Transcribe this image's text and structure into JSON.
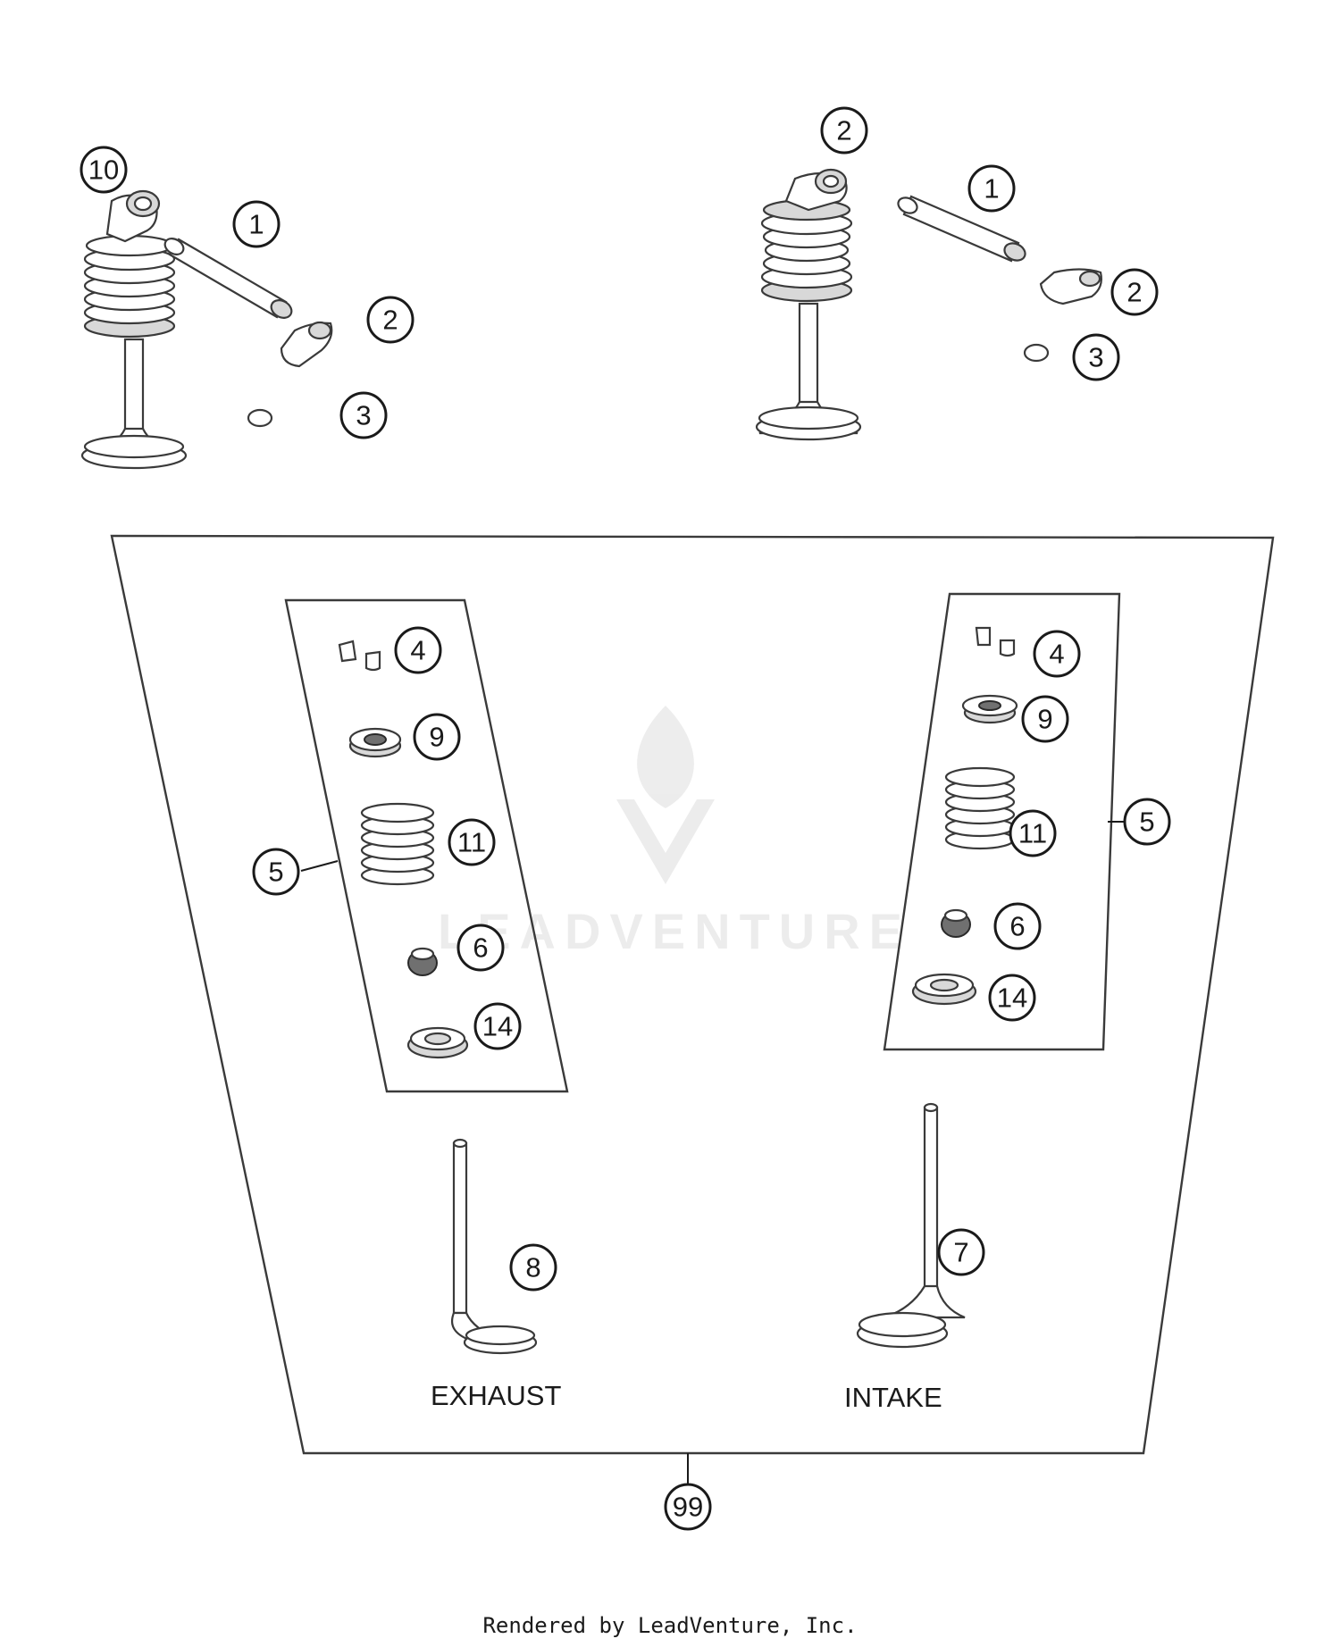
{
  "callouts": {
    "top_left_10": "10",
    "top_left_1": "1",
    "top_left_2": "2",
    "top_left_3": "3",
    "top_right_2a": "2",
    "top_right_1": "1",
    "top_right_2b": "2",
    "top_right_3": "3",
    "exh_4": "4",
    "exh_9": "9",
    "exh_11": "11",
    "exh_5": "5",
    "exh_6": "6",
    "exh_14": "14",
    "int_4": "4",
    "int_9": "9",
    "int_11": "11",
    "int_5": "5",
    "int_6": "6",
    "int_14": "14",
    "exh_8": "8",
    "int_7": "7",
    "kit_99": "99"
  },
  "labels": {
    "exhaust": "EXHAUST",
    "intake": "INTAKE"
  },
  "watermark": "LEADVENTURE",
  "footer": "Rendered by LeadVenture, Inc."
}
